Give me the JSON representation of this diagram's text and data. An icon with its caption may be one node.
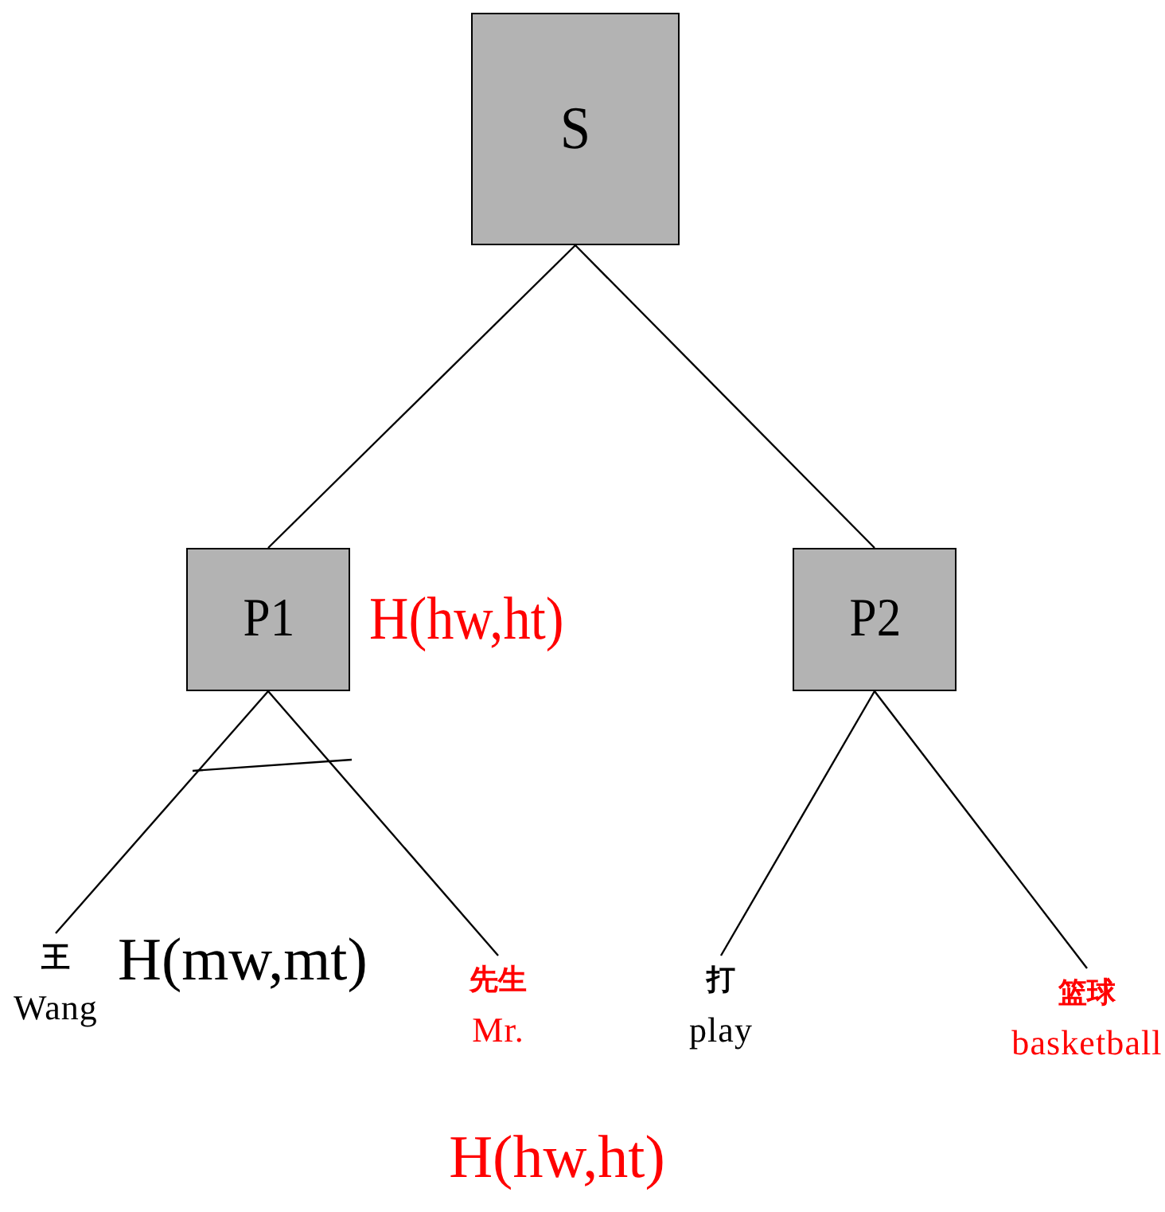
{
  "diagram": {
    "nodes": [
      {
        "text": [
          "S"
        ]
      },
      {
        "text": [
          "P1"
        ],
        "beside": [
          "H(hw,ht)"
        ]
      },
      {
        "text": [
          "P2"
        ]
      },
      {
        "text": [
          "王",
          "Wang"
        ]
      },
      {
        "text": [
          "先生",
          "Mr."
        ]
      },
      {
        "text": [
          "打",
          "play"
        ]
      },
      {
        "text": [
          "篮球",
          "basketball"
        ]
      }
    ],
    "edges": [
      {
        "from": 0,
        "to": 1,
        "arrow": "none"
      },
      {
        "from": 0,
        "to": 2,
        "arrow": "none"
      },
      {
        "from": 1,
        "to": 3,
        "arrow": "none"
      },
      {
        "from": 1,
        "to": 4,
        "arrow": "none"
      },
      {
        "from": 2,
        "to": 5,
        "arrow": "none"
      },
      {
        "from": 2,
        "to": 6,
        "arrow": "none"
      }
    ],
    "labels": [
      "H(mw,mt)",
      "H(hw,ht)"
    ]
  }
}
